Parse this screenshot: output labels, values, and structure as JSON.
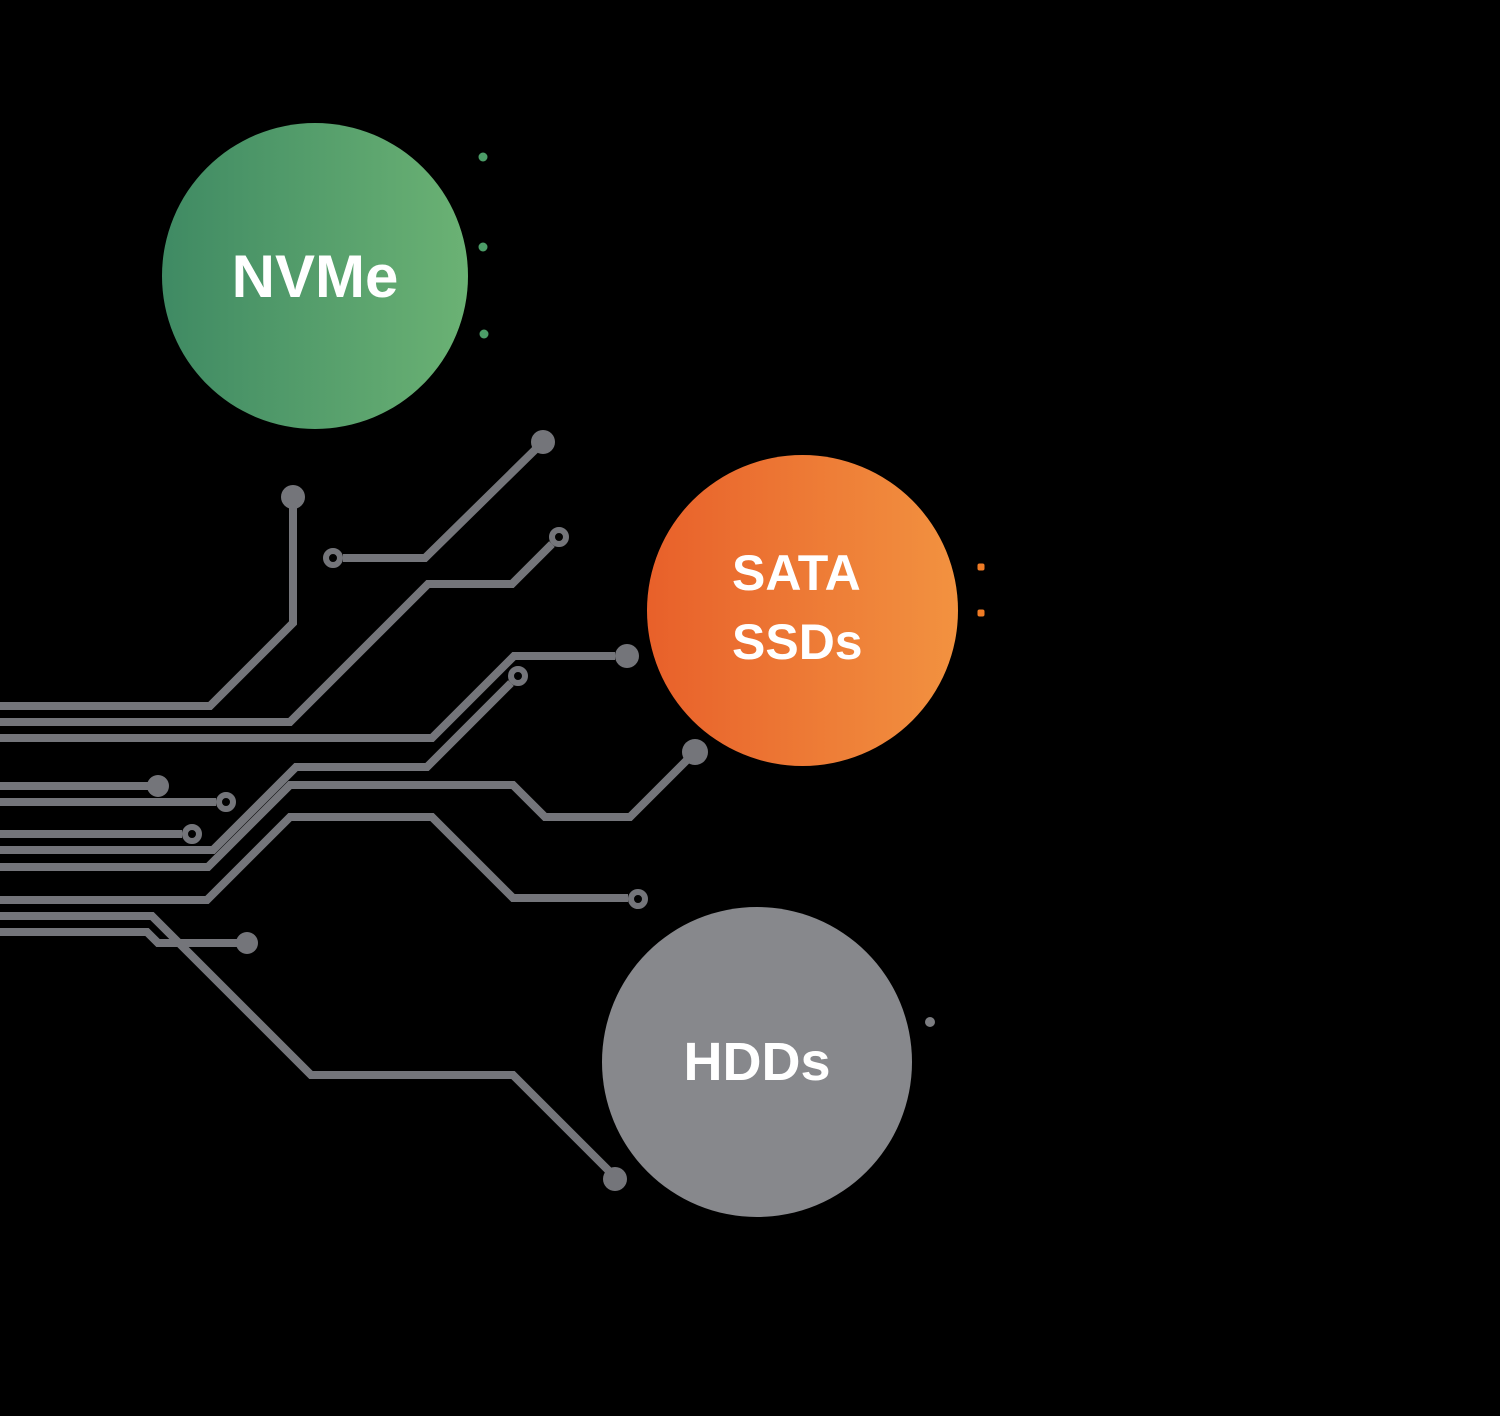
{
  "diagram": {
    "type": "storage-tier-circuit-diagram",
    "nodes": [
      {
        "id": "nvme",
        "label": "NVMe"
      },
      {
        "id": "sata_ssds",
        "label_line1": "SATA",
        "label_line2": "SSDs"
      },
      {
        "id": "hdds",
        "label": "HDDs"
      }
    ]
  },
  "colors": {
    "background": "#000000",
    "trace": "#74757a",
    "nvme_gradient_start": "#3f8a63",
    "nvme_gradient_end": "#6bb274",
    "sata_gradient_start": "#e8602a",
    "sata_gradient_end": "#f29240",
    "hdds_fill": "#87888c",
    "label_text": "#ffffff",
    "green_dot": "#4c9e68",
    "orange_dot": "#ef7b25",
    "gray_dot": "#7c7d81"
  }
}
